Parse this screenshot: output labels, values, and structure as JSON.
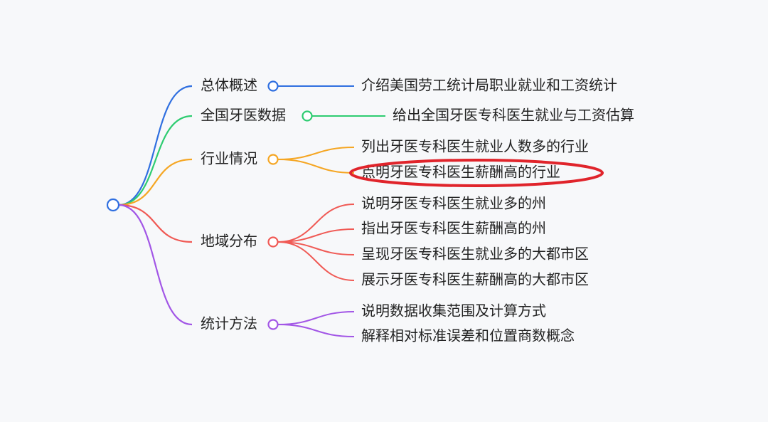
{
  "colors": {
    "background": "#f7f8fa",
    "text": "#222222",
    "root": "#2f6fe0",
    "highlight": "#e0242b"
  },
  "mindmap": {
    "root": {
      "label": "",
      "color": "#2f6fe0"
    },
    "branches": [
      {
        "id": "overview",
        "label": "总体概述",
        "color": "#2f6fe0",
        "children": [
          "介绍美国劳工统计局职业就业和工资统计"
        ]
      },
      {
        "id": "national",
        "label": "全国牙医数据",
        "color": "#2ecc71",
        "children": [
          "给出全国牙医专科医生就业与工资估算"
        ]
      },
      {
        "id": "industry",
        "label": "行业情况",
        "color": "#f5a623",
        "children": [
          "列出牙医专科医生就业人数多的行业",
          "点明牙医专科医生薪酬高的行业"
        ]
      },
      {
        "id": "region",
        "label": "地域分布",
        "color": "#f05a55",
        "children": [
          "说明牙医专科医生就业多的州",
          "指出牙医专科医生薪酬高的州",
          "呈现牙医专科医生就业多的大都市区",
          "展示牙医专科医生薪酬高的大都市区"
        ]
      },
      {
        "id": "stats",
        "label": "统计方法",
        "color": "#a256e6",
        "children": [
          "说明数据收集范围及计算方式",
          "解释相对标准误差和位置商数概念"
        ]
      }
    ],
    "highlighted": "点明牙医专科医生薪酬高的行业"
  }
}
